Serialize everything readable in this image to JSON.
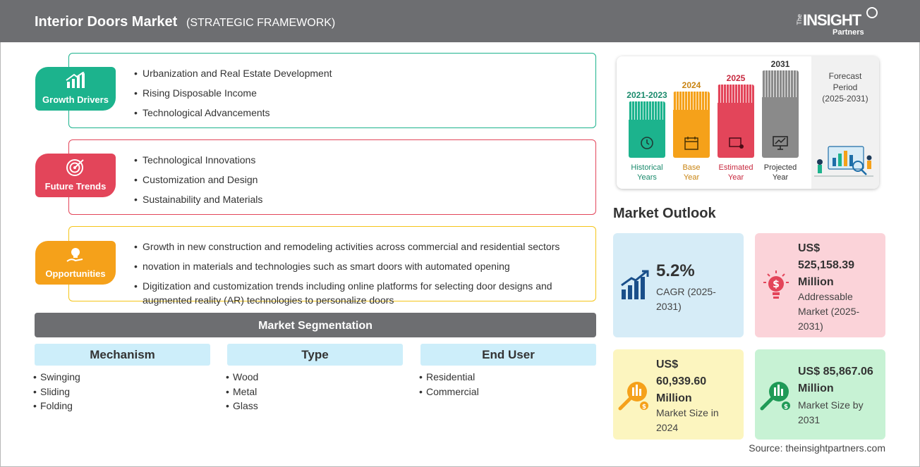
{
  "header": {
    "title": "Interior Doors Market",
    "subtitle": "(STRATEGIC FRAMEWORK)",
    "logo": {
      "the": "The",
      "insight": "INSIGHT",
      "partners": "Partners"
    }
  },
  "framework": {
    "growth": {
      "label": "Growth Drivers",
      "color": "#1cb38d",
      "items": [
        "Urbanization and Real Estate Development",
        "Rising Disposable Income",
        "Technological Advancements"
      ]
    },
    "trends": {
      "label": "Future Trends",
      "color": "#e3455a",
      "items": [
        "Technological Innovations",
        "Customization and Design",
        "Sustainability and Materials"
      ]
    },
    "opportunities": {
      "label": "Opportunities",
      "color": "#f5a11a",
      "items": [
        "Growth in new construction and remodeling activities across commercial and residential sectors",
        "novation in materials and technologies such as smart doors with automated opening",
        "Digitization and customization trends including online platforms for selecting door designs and augmented reality (AR) technologies to personalize doors"
      ]
    }
  },
  "segmentation": {
    "title": "Market Segmentation",
    "columns": [
      {
        "head": "Mechanism",
        "items": [
          "Swinging",
          "Sliding",
          "Folding"
        ]
      },
      {
        "head": "Type",
        "items": [
          "Wood",
          "Metal",
          "Glass"
        ]
      },
      {
        "head": "End User",
        "items": [
          "Residential",
          "Commercial"
        ]
      }
    ]
  },
  "timeline": {
    "periods": [
      {
        "year": "2021-2023",
        "label1": "Historical",
        "label2": "Years",
        "color": "#1cb38d",
        "icon": "history-icon"
      },
      {
        "year": "2024",
        "label1": "Base",
        "label2": "Year",
        "color": "#f5a11a",
        "icon": "calendar-icon"
      },
      {
        "year": "2025",
        "label1": "Estimated",
        "label2": "Year",
        "color": "#e3455a",
        "icon": "estimate-icon"
      },
      {
        "year": "2031",
        "label1": "Projected",
        "label2": "Year",
        "color": "#8a8a8a",
        "icon": "projection-icon"
      }
    ],
    "forecast": {
      "line1": "Forecast",
      "line2": "Period",
      "line3": "(2025-2031)"
    }
  },
  "outlook": {
    "title": "Market Outlook",
    "cagr": {
      "value": "5.2%",
      "line1": "CAGR (2025-",
      "line2": "2031)",
      "bg": "#d6ecf7"
    },
    "addressable": {
      "line1": "US$",
      "line2": "525,158.39",
      "line3": "Million",
      "desc1": "Addressable",
      "desc2": "Market (2025-",
      "desc3": "2031)",
      "bg": "#fbd3d9"
    },
    "size2024": {
      "line1": "US$",
      "line2": "60,939.60",
      "line3": "Million",
      "desc1": "Market Size in",
      "desc2": "2024",
      "bg": "#fcf5bf"
    },
    "size2031": {
      "line1": "US$ 85,867.06",
      "line2": "Million",
      "desc1": "Market Size by",
      "desc2": "2031",
      "bg": "#c7f2d4"
    }
  },
  "source": "Source: theinsightpartners.com"
}
